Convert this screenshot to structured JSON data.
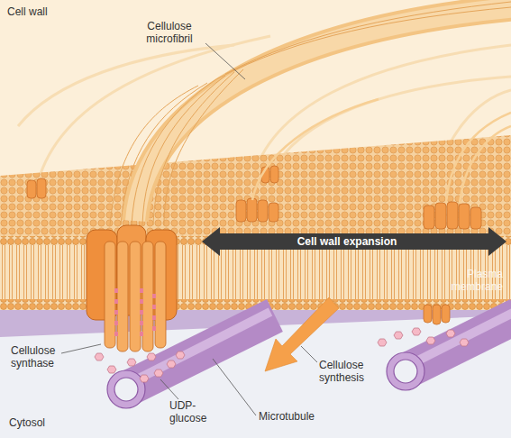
{
  "diagram": {
    "labels": [
      "Cell wall",
      "Cellulose microfibril",
      "Cell wall expansion",
      "Plasma membrane",
      "Cellulose synthase",
      "Cellulose synthesis",
      "UDP-glucose",
      "Microtubule",
      "Cytosol"
    ]
  }
}
